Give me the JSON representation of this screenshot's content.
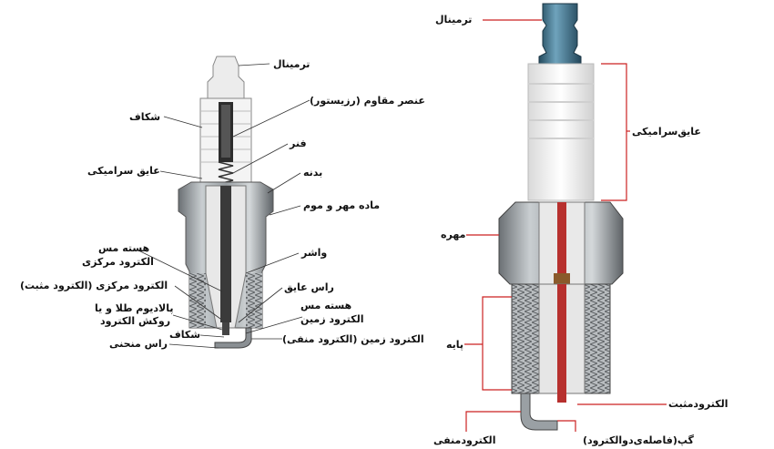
{
  "left_diagram": {
    "labels": {
      "terminal": "ترمینال",
      "resistor": "عنصر مقاوم (رزیستور)",
      "gap_top": "شکاف",
      "spring": "فنر",
      "ceramic_insulator": "عایق سرامیکی",
      "body": "بدنه",
      "sealant": "ماده مهر و موم",
      "copper_core_1": "هسته مس",
      "copper_core_2": "الکترود مرکزی",
      "washer": "واشر",
      "center_electrode": "الکترود مرکزی (الکترود مثبت)",
      "insulator_tip": "راس عایق",
      "palladium_1": "پالادیوم طلا و یا",
      "palladium_2": "روکش الکترود",
      "copper_core_ground_1": "هسته مس",
      "copper_core_ground_2": "الکترود زمین",
      "gap_bottom": "شکاف",
      "ground_electrode": "الکترود زمین (الکترود منفی)",
      "curved_tip": "راس منحنی"
    }
  },
  "right_diagram": {
    "labels": {
      "terminal": "ترمینال",
      "ceramic_insulator": "عایق‌سرامیکی",
      "nut": "مهره",
      "base": "پایه",
      "positive_electrode": "الکترودمثبت",
      "negative_electrode": "الکترودمنفی",
      "gap": "گپ(فاصله‌ی‌دوالکترود)"
    }
  },
  "colors": {
    "leader_line": "#333333",
    "bracket_red": "#cc2222",
    "terminal_blue": "#3d6f86",
    "metal": "#9aa0a4",
    "ceramic": "#f2f2f2"
  }
}
